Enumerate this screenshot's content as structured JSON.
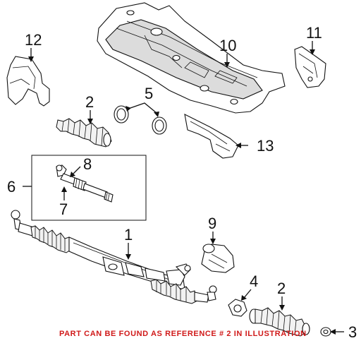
{
  "diagram": {
    "callouts": [
      {
        "id": "c12",
        "text": "12"
      },
      {
        "id": "c10",
        "text": "10"
      },
      {
        "id": "c11",
        "text": "11"
      },
      {
        "id": "c2a",
        "text": "2"
      },
      {
        "id": "c5",
        "text": "5"
      },
      {
        "id": "c13",
        "text": "13"
      },
      {
        "id": "c8",
        "text": "8"
      },
      {
        "id": "c6",
        "text": "6"
      },
      {
        "id": "c7",
        "text": "7"
      },
      {
        "id": "c9",
        "text": "9"
      },
      {
        "id": "c1",
        "text": "1"
      },
      {
        "id": "c4",
        "text": "4"
      },
      {
        "id": "c2b",
        "text": "2"
      },
      {
        "id": "c3",
        "text": "3"
      }
    ],
    "footer_note": "PART CAN BE FOUND AS REFERENCE # 2 IN ILLUSTRATION",
    "colors": {
      "note": "#d01919",
      "line": "#111111",
      "background": "#ffffff"
    }
  }
}
